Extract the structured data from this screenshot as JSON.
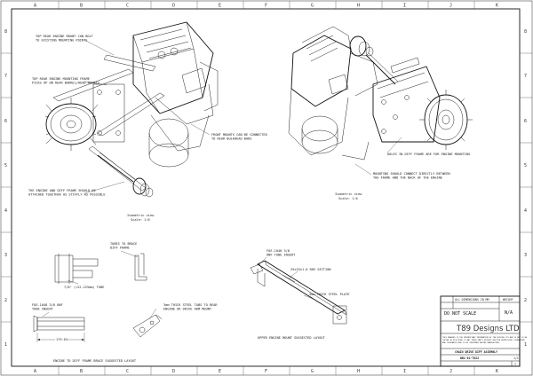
{
  "drawing": {
    "zone_columns": [
      "A",
      "B",
      "C",
      "D",
      "E",
      "F",
      "G",
      "H",
      "I",
      "J",
      "K"
    ],
    "zone_rows": [
      "8",
      "7",
      "6",
      "5",
      "4",
      "3",
      "2",
      "1"
    ]
  },
  "views": {
    "left_isometric": {
      "label": "Isometric view",
      "scale": "Scale: 1:6",
      "notes": {
        "top_rear_bolt": [
          "TOP REAR ENGINE MOUNT CAN BOLT",
          "TO EXISTING MOUNTING POINTS"
        ],
        "top_rear_frame": [
          "TOP REAR ENGINE MOUNTING FRAME",
          "PICKS UP ON REAR BARREL/HEAD MOUNTS"
        ],
        "engine_diff_frame": [
          "THE ENGINE AND DIFF FRAME SHOULD BE",
          "ATTACHED TOGETHER AS STIFFLY AS POSSIBLE"
        ],
        "front_mounts": [
          "FRONT MOUNTS CAN BE CONNECTED",
          "TO REAR BULKHEAD BARS"
        ]
      }
    },
    "right_isometric": {
      "label": "Isometric view",
      "scale": "Scale: 1:6",
      "notes": {
        "holes": [
          "HOLES IN DIFF FRAME ARE FOR ENGINE MOUNTING"
        ],
        "mounting": [
          "MOUNTING SHOULD CONNECT DIRECTLY BETWEEN",
          "THE FRAME AND THE BACK OF THE ENGINE"
        ]
      }
    },
    "brace_layout": {
      "notes": {
        "tubes": [
          "TUBES TO BRACE",
          "DIFF FRAME"
        ],
        "tube_dim": [
          "7/8\" (=22.225mm) TUBE"
        ],
        "insert": [
          "FOE-1048 3/8 UNF",
          "TUBE INSERT"
        ],
        "tabs": [
          "3mm THICK STEEL TABS TO REAR",
          "ENGINE OR DRIVE ARM MOUNT"
        ]
      },
      "dimension": "179.63",
      "caption": "ENGINE TO DIFF FRAME BRACE SUGGESTED LAYOUT"
    },
    "upper_mount_layout": {
      "notes": {
        "insert": [
          "FOE-1048 3/8",
          "UNF TUBE INSERT"
        ],
        "section": [
          "25x25x1.6 RHS SECTION"
        ],
        "plate": [
          "3mm THICK STEEL PLATE"
        ]
      },
      "caption": "UPPER ENGINE MOUNT SUGGESTED LAYOUT"
    }
  },
  "title_block": {
    "dims_note": "ALL DIMENSIONS IN MM",
    "do_not_scale": "DO NOT SCALE",
    "weight_label": "WEIGHT",
    "weight_value": "N/A",
    "company": "T89 Designs LTD",
    "legal": [
      "THIS DRAWING IS THE PROPRIETARY INFORMATION OF T89 DESIGNS LTD AND IS NOT TO BE",
      "COPIED OR DISCLOSED TO ANY THIRD PARTY WITHOUT WRITTEN PERMISSION. DIMENSIONS",
      "AND TOLERANCES ARE TO BE CONFIRMED BEFORE MANUFACTURE."
    ],
    "title": "CHAIN DRIVE DIFF ASSEMBLY",
    "drawing_number": "BBL-01-T022",
    "sheet": "1/1",
    "rev": "1"
  }
}
